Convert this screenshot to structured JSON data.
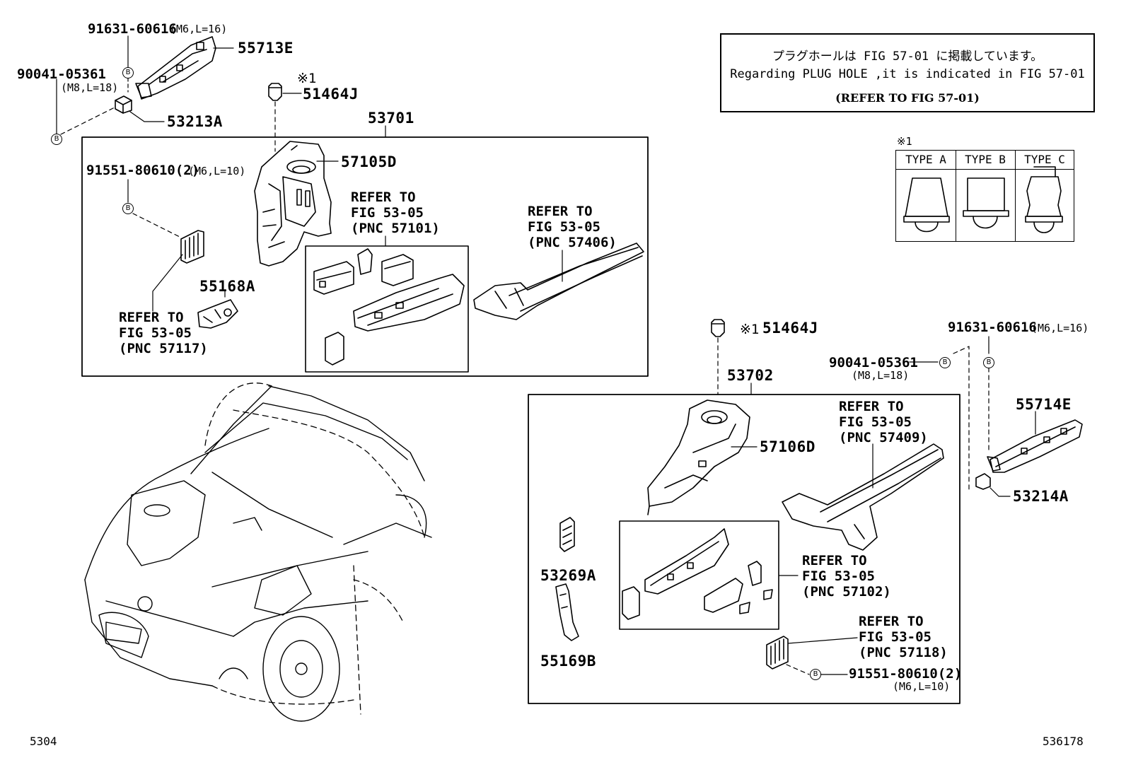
{
  "labels": {
    "p55713e": "55713E",
    "b91631_top": "91631-60616",
    "b91631_top_spec": "(M6,L=16)",
    "b90041_top": "90041-05361",
    "b90041_top_spec": "(M8,L=18)",
    "p53213a": "53213A",
    "star1_a": "※1",
    "p51464j_a": "51464J",
    "p53701": "53701",
    "p57105d": "57105D",
    "b91551_top": "91551-80610(2)",
    "b91551_top_spec": "(M6,L=10)",
    "ref_57101": [
      "REFER TO",
      "FIG 53-05",
      "(PNC 57101)"
    ],
    "ref_57406": [
      "REFER TO",
      "FIG 53-05",
      "(PNC 57406)"
    ],
    "p55168a": "55168A",
    "ref_57117": [
      "REFER TO",
      "FIG 53-05",
      "(PNC 57117)"
    ],
    "star1_b": "※1",
    "p51464j_b": "51464J",
    "p53702": "53702",
    "p57106d": "57106D",
    "ref_57409": [
      "REFER TO",
      "FIG 53-05",
      "(PNC 57409)"
    ],
    "ref_57102": [
      "REFER TO",
      "FIG 53-05",
      "(PNC 57102)"
    ],
    "ref_57118": [
      "REFER TO",
      "FIG 53-05",
      "(PNC 57118)"
    ],
    "p53269a": "53269A",
    "p55169b": "55169B",
    "b91551_bot": "91551-80610(2)",
    "b91551_bot_spec": "(M6,L=10)",
    "b91631_right": "91631-60616",
    "b91631_right_spec": "(M6,L=16)",
    "b90041_right": "90041-05361",
    "b90041_right_spec": "(M8,L=18)",
    "p55714e": "55714E",
    "p53214a": "53214A",
    "circle_b": "B"
  },
  "note": {
    "line1": "プラグホールは FIG 57-01 に掲載しています。",
    "line2": "Regarding PLUG HOLE ,it is indicated in FIG 57-01",
    "line3": "(REFER TO FIG 57-01)"
  },
  "types": {
    "marker": "※1",
    "headers": [
      "TYPE A",
      "TYPE B",
      "TYPE C"
    ]
  },
  "footer": {
    "left": "5304",
    "right": "536178"
  }
}
